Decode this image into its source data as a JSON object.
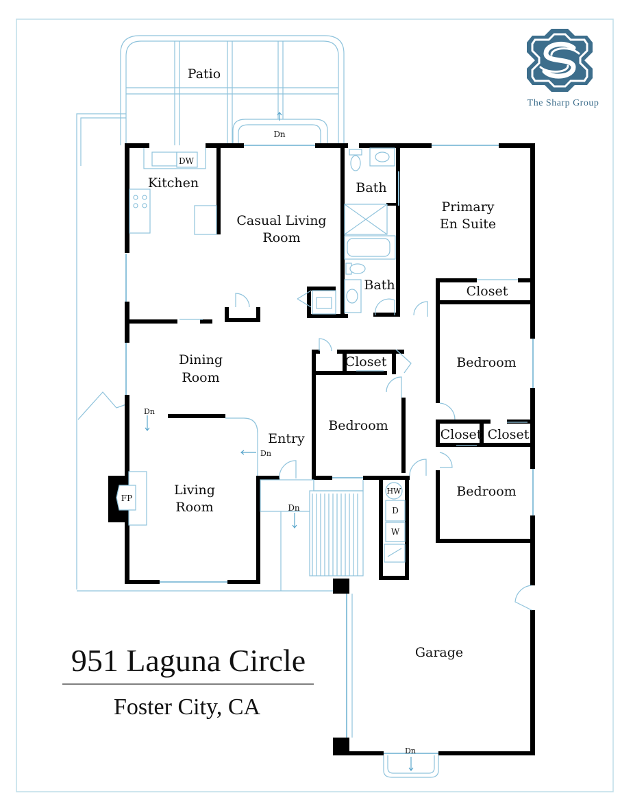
{
  "address": {
    "street": "951 Laguna Circle",
    "city": "Foster City, CA"
  },
  "logo": {
    "text": "The Sharp Group",
    "icon": "sharp-group-monogram-icon",
    "color": "#3d6e8c"
  },
  "colors": {
    "wall": "#000000",
    "fixture_line": "#8fc3dc",
    "frame": "#bfdde9"
  },
  "rooms": {
    "patio": "Patio",
    "kitchen": "Kitchen",
    "dishwasher": "DW",
    "casual_living_line1": "Casual Living",
    "casual_living_line2": "Room",
    "bath_upper": "Bath",
    "bath_lower": "Bath",
    "primary_line1": "Primary",
    "primary_line2": "En Suite",
    "primary_closet": "Closet",
    "dining_line1": "Dining",
    "dining_line2": "Room",
    "hall_closet": "Closet",
    "bedroom_center": "Bedroom",
    "bedroom_right_upper": "Bedroom",
    "closet_a": "Closet",
    "closet_b": "Closet",
    "bedroom_right_lower": "Bedroom",
    "entry": "Entry",
    "living_line1": "Living",
    "living_line2": "Room",
    "fireplace": "FP",
    "garage": "Garage",
    "water_heater": "HW",
    "dryer": "D",
    "washer": "W"
  },
  "steps": {
    "patio_door": "Dn",
    "side_door": "Dn",
    "living_step": "Dn",
    "entry_step": "Dn",
    "garage_door": "Dn"
  }
}
